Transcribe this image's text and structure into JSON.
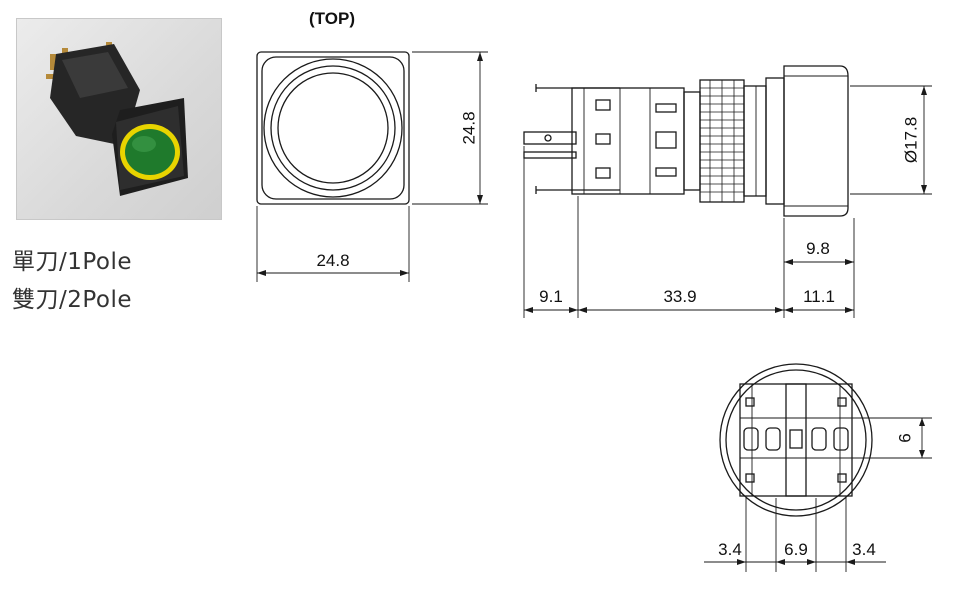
{
  "photo": {
    "description_icon": "pushbutton-switch-photo",
    "ring_color": "#e8d400",
    "lens_color": "#1f7a2c",
    "body_color": "#2a2a2a"
  },
  "poles": {
    "single": "單刀/1Pole",
    "double": "雙刀/2Pole"
  },
  "top_view": {
    "label": "(TOP)",
    "width_dim": "24.8",
    "height_dim": "24.8"
  },
  "side_view": {
    "dia_dim": "Ø17.8",
    "dim_9_8": "9.8",
    "dim_9_1": "9.1",
    "dim_33_9": "33.9",
    "dim_11_1": "11.1"
  },
  "rear_view": {
    "dim_6": "6",
    "dim_left": "3.4",
    "dim_mid": "6.9",
    "dim_right": "3.4"
  },
  "colors": {
    "line": "#1a1a1a"
  }
}
